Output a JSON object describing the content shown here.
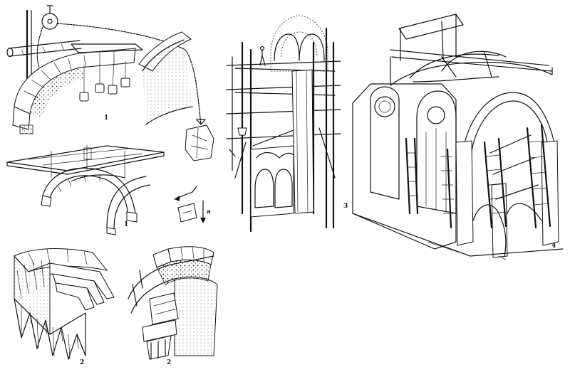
{
  "figure": {
    "panels": [
      {
        "id": "panel-1a",
        "label": "1"
      },
      {
        "id": "panel-1b",
        "label": "1"
      },
      {
        "id": "panel-3",
        "label": "3"
      },
      {
        "id": "panel-4",
        "label": "4"
      },
      {
        "id": "panel-2a",
        "label": "2"
      },
      {
        "id": "panel-2b",
        "label": "2"
      }
    ],
    "axis_marker": {
      "label": "a"
    }
  },
  "colors": {
    "ink": "#111111",
    "paper": "#ffffff"
  }
}
